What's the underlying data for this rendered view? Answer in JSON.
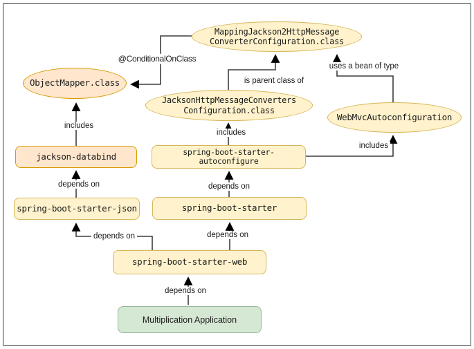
{
  "diagram": {
    "description": "Spring Boot dependency and auto-configuration diagram",
    "colors": {
      "background": "#ffffff",
      "frame_border": "#3b3b3b",
      "yellow_fill": "#fff2cc",
      "yellow_stroke": "#d6b656",
      "orange_fill": "#ffe6cc",
      "orange_stroke": "#d79b00",
      "green_fill": "#d5e8d4",
      "green_stroke": "#97b897",
      "connector": "#3d3d3d",
      "arrowhead": "#000000",
      "text": "#1a1a1a"
    },
    "nodes": {
      "mapping_converter": {
        "shape": "ellipse",
        "color": "yellow",
        "line1": "MappingJackson2HttpMessage",
        "line2": "ConverterConfiguration.class"
      },
      "object_mapper": {
        "shape": "ellipse",
        "color": "orange",
        "line1": "ObjectMapper.class"
      },
      "jackson_http": {
        "shape": "ellipse",
        "color": "yellow",
        "line1": "JacksonHttpMessageConverters",
        "line2": "Configuration.class"
      },
      "web_mvc": {
        "shape": "ellipse",
        "color": "yellow",
        "line1": "WebMvcAutoconfiguration"
      },
      "jackson_databind": {
        "shape": "rect",
        "color": "orange",
        "line1": "jackson-databind"
      },
      "starter_json": {
        "shape": "rect",
        "color": "yellow",
        "line1": "spring-boot-starter-json"
      },
      "starter_autoconfigure": {
        "shape": "rect",
        "color": "yellow",
        "line1": "spring-boot-starter-",
        "line2": "autoconfigure"
      },
      "starter": {
        "shape": "rect",
        "color": "yellow",
        "line1": "spring-boot-starter"
      },
      "starter_web": {
        "shape": "rect",
        "color": "yellow",
        "line1": "spring-boot-starter-web"
      },
      "multiplication_app": {
        "shape": "rect",
        "color": "green",
        "line1": "Multiplication Application"
      }
    },
    "edges": [
      {
        "from": "mapping_converter",
        "to": "object_mapper",
        "label": "@ConditionalOnClass"
      },
      {
        "from": "jackson_databind",
        "to": "object_mapper",
        "label": "includes"
      },
      {
        "from": "starter_json",
        "to": "jackson_databind",
        "label": "depends on"
      },
      {
        "from": "starter_web",
        "to": "starter_json",
        "label": "depends on"
      },
      {
        "from": "starter_web",
        "to": "starter",
        "label": "depends on"
      },
      {
        "from": "starter",
        "to": "starter_autoconfigure",
        "label": "depends on"
      },
      {
        "from": "starter_autoconfigure",
        "to": "jackson_http",
        "label": "includes"
      },
      {
        "from": "jackson_http",
        "to": "mapping_converter",
        "label": "is parent class of"
      },
      {
        "from": "web_mvc",
        "to": "mapping_converter",
        "label": "uses a bean of type"
      },
      {
        "from": "starter_autoconfigure",
        "to": "web_mvc",
        "label": "includes"
      },
      {
        "from": "multiplication_app",
        "to": "starter_web",
        "label": "depends on"
      }
    ]
  }
}
